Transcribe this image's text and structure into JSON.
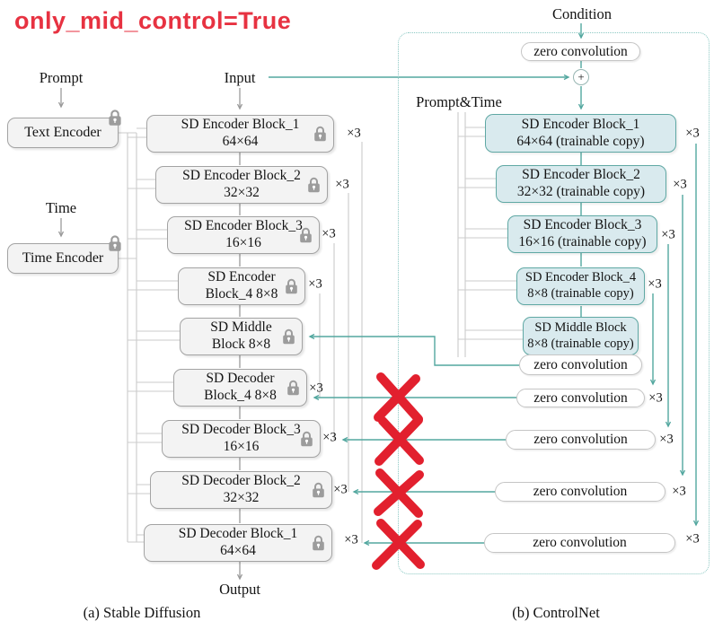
{
  "title": "only_mid_control=True",
  "colors": {
    "accent_red": "#e73241",
    "x_red": "#e2202e",
    "teal": "#53a79f",
    "teal_light": "#8cc8c3",
    "trainable_fill": "#d9eaee",
    "trainable_border": "#5fa8a4",
    "locked_fill": "#f3f3f3"
  },
  "stable_diffusion": {
    "caption": "(a) Stable Diffusion",
    "prompt_label": "Prompt",
    "input_label": "Input",
    "time_label": "Time",
    "output_label": "Output",
    "text_encoder_label": "Text Encoder",
    "time_encoder_label": "Time Encoder",
    "blocks": [
      {
        "line1": "SD Encoder Block_1",
        "line2": "64×64",
        "mult": "×3"
      },
      {
        "line1": "SD Encoder Block_2",
        "line2": "32×32",
        "mult": "×3"
      },
      {
        "line1": "SD Encoder Block_3",
        "line2": "16×16",
        "mult": "×3"
      },
      {
        "line1": "SD Encoder",
        "line2": "Block_4 8×8",
        "mult": "×3"
      },
      {
        "line1": "SD Middle",
        "line2": "Block 8×8"
      },
      {
        "line1": "SD Decoder",
        "line2": "Block_4 8×8",
        "mult": "×3"
      },
      {
        "line1": "SD Decoder Block_3",
        "line2": "16×16",
        "mult": "×3"
      },
      {
        "line1": "SD Decoder Block_2",
        "line2": "32×32",
        "mult": "×3"
      },
      {
        "line1": "SD Decoder Block_1",
        "line2": "64×64",
        "mult": "×3"
      }
    ]
  },
  "controlnet": {
    "caption": "(b) ControlNet",
    "condition_label": "Condition",
    "prompt_time_label": "Prompt&Time",
    "top_zero_conv_label": "zero convolution",
    "plus_label": "+",
    "blocks": [
      {
        "line1": "SD Encoder Block_1",
        "line2": "64×64 (trainable copy)",
        "mult": "×3"
      },
      {
        "line1": "SD Encoder Block_2",
        "line2": "32×32 (trainable copy)",
        "mult": "×3"
      },
      {
        "line1": "SD Encoder Block_3",
        "line2": "16×16 (trainable copy)",
        "mult": "×3"
      },
      {
        "line1": "SD Encoder Block_4",
        "line2": "8×8 (trainable copy)",
        "mult": "×3"
      },
      {
        "line1": "SD Middle Block",
        "line2": "8×8 (trainable copy)"
      }
    ],
    "mid_zero_conv_label": "zero convolution",
    "zero_convs": [
      {
        "label": "zero convolution",
        "mult": "×3"
      },
      {
        "label": "zero convolution",
        "mult": "×3"
      },
      {
        "label": "zero convolution",
        "mult": "×3"
      },
      {
        "label": "zero convolution",
        "mult": "×3"
      }
    ]
  }
}
